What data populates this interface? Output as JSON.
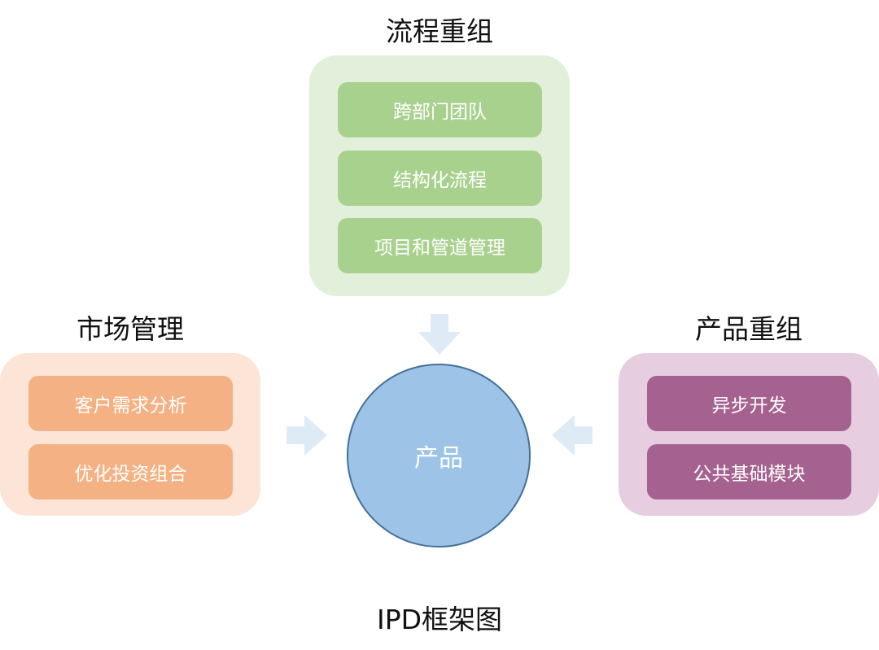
{
  "diagram": {
    "title": "IPD框架图",
    "center": {
      "label": "产品",
      "color": "#9dc3e6",
      "border_color": "#41719c"
    },
    "groups": [
      {
        "id": "top",
        "title": "流程重组",
        "panel_color": "#e2efda",
        "item_color": "#a9d18e",
        "items": [
          "跨部门团队",
          "结构化流程",
          "项目和管道管理"
        ]
      },
      {
        "id": "left",
        "title": "市场管理",
        "panel_color": "#fce4d6",
        "item_color": "#f4b183",
        "items": [
          "客户需求分析",
          "优化投资组合"
        ]
      },
      {
        "id": "right",
        "title": "产品重组",
        "panel_color": "#e6cde0",
        "item_color": "#a5618f",
        "items": [
          "异步开发",
          "公共基础模块"
        ]
      }
    ],
    "arrows": [
      {
        "from": "top",
        "to": "center",
        "direction": "down"
      },
      {
        "from": "left",
        "to": "center",
        "direction": "right"
      },
      {
        "from": "right",
        "to": "center",
        "direction": "left"
      }
    ],
    "arrow_color": "#deebf7"
  }
}
